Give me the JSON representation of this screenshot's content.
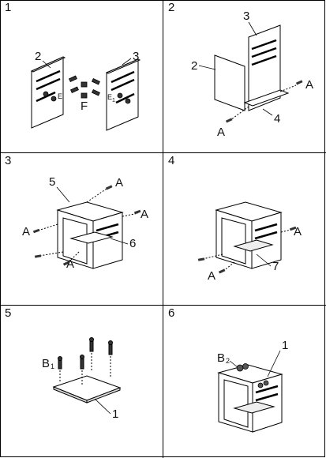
{
  "steps": [
    {
      "number": "1",
      "labels": {
        "panel_left": "2",
        "panel_right": "3",
        "cam_left": "E",
        "cam_right": "E",
        "cam_sub": "1",
        "dowel": "F"
      }
    },
    {
      "number": "2",
      "labels": {
        "back": "2",
        "side": "3",
        "bottom": "4",
        "screw_right": "A",
        "screw_left": "A"
      }
    },
    {
      "number": "3",
      "labels": {
        "top": "5",
        "shelf": "6",
        "screw_top": "A",
        "screw_right": "A",
        "screw_left": "A",
        "screw_bottom": "A"
      }
    },
    {
      "number": "4",
      "labels": {
        "shelf": "7",
        "screw_right": "A",
        "screw_bottom": "A"
      }
    },
    {
      "number": "5",
      "labels": {
        "pin": "B",
        "pin_sub": "1",
        "board": "1"
      }
    },
    {
      "number": "6",
      "labels": {
        "pin": "B",
        "pin_sub": "2",
        "drawer": "1"
      }
    }
  ]
}
